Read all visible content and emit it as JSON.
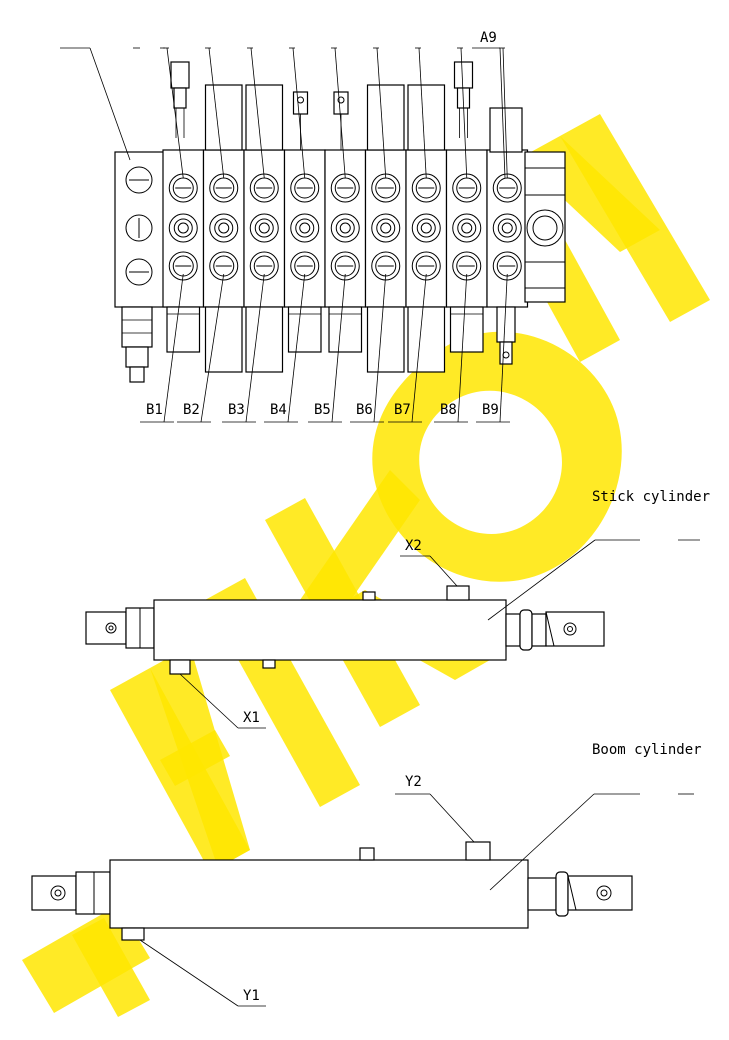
{
  "colors": {
    "line": "#000000",
    "watermark": "#ffe600",
    "background": "#ffffff"
  },
  "watermark": {
    "text": "TAIKON"
  },
  "valve": {
    "top_label": "A9",
    "bottom_labels": [
      "B1",
      "B2",
      "B3",
      "B4",
      "B5",
      "B6",
      "B7",
      "B8",
      "B9"
    ]
  },
  "stick_cylinder": {
    "title": "Stick cylinder",
    "port_top": "X2",
    "port_bottom": "X1"
  },
  "boom_cylinder": {
    "title": "Boom cylinder",
    "port_top": "Y2",
    "port_bottom": "Y1"
  }
}
